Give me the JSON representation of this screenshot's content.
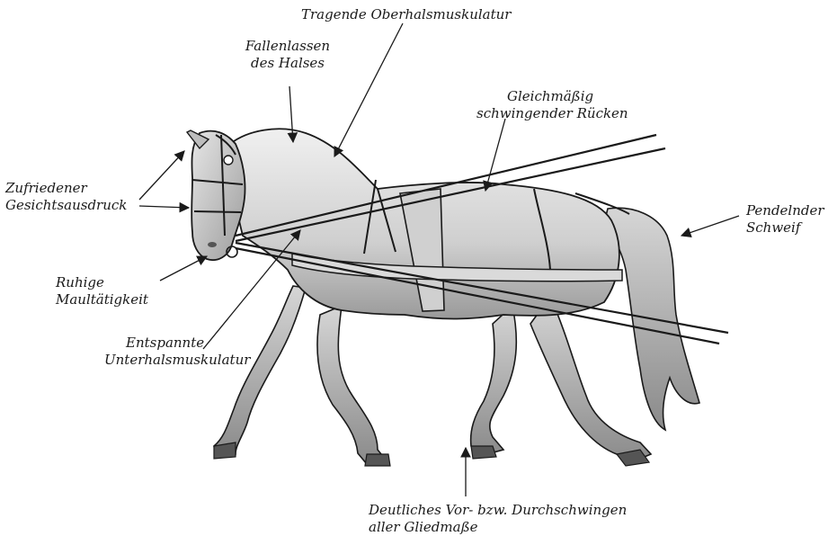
{
  "labels": {
    "oberhals": [
      "Tragende Oberhalsmuskulatur"
    ],
    "fallenlassen": [
      "Fallenlassen",
      "des Halses"
    ],
    "ruecken": [
      "Gleichmäßig",
      "schwingender Rücken"
    ],
    "gesicht": [
      "Zufriedener",
      "Gesichtsausdruck"
    ],
    "schweif": [
      "Pendelnder",
      "Schweif"
    ],
    "maul": [
      "Ruhige",
      "Maultätigkeit"
    ],
    "unterhals": [
      "Entspannte",
      "Unterhalsmuskulatur"
    ],
    "gliedmasse": [
      "Deutliches Vor- bzw. Durchschwingen",
      "aller Gliedmaße"
    ]
  },
  "colors": {
    "ink": "#1a1a1a",
    "body_light": "#eeeeee",
    "body_dark": "#9e9e9e",
    "harness": "#d0d0d0"
  }
}
